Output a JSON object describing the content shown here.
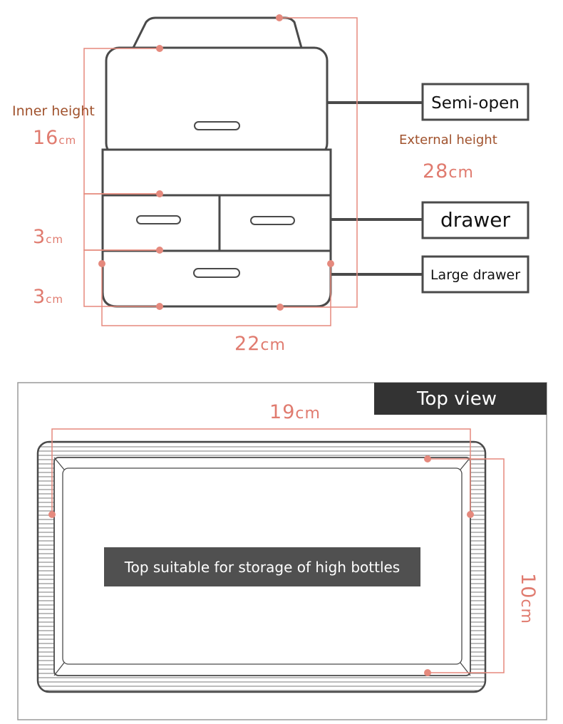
{
  "colors": {
    "outline": "#4a4a4a",
    "dimension": "#e5897d",
    "label_text": "#a0522d",
    "dim_text": "#e07b6f",
    "banner_bg": "#333333",
    "caption_bg": "#505050",
    "white": "#ffffff"
  },
  "front_view": {
    "inner_height": {
      "label": "Inner height",
      "value": "16",
      "unit": "cm"
    },
    "external_height": {
      "label": "External height",
      "value": "28",
      "unit": "cm"
    },
    "middle_drawer_height": {
      "value": "3",
      "unit": "cm"
    },
    "bottom_drawer_height": {
      "value": "3",
      "unit": "cm"
    },
    "width": {
      "value": "22",
      "unit": "cm"
    },
    "callouts": {
      "semi_open": "Semi-open",
      "drawer": "drawer",
      "large_drawer": "Large drawer"
    }
  },
  "top_view": {
    "banner": "Top view",
    "width": {
      "value": "19",
      "unit": "cm"
    },
    "depth": {
      "value": "10",
      "unit": "cm"
    },
    "caption": "Top suitable for storage of high bottles"
  }
}
